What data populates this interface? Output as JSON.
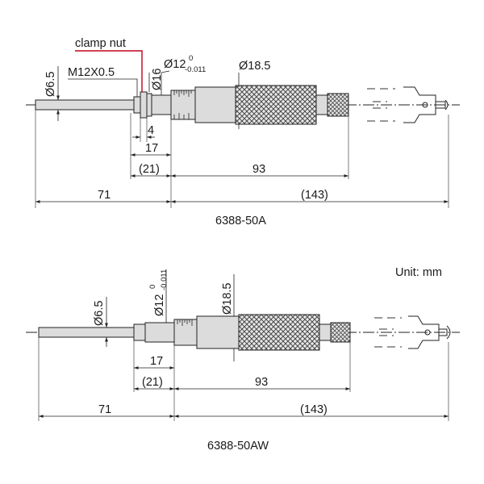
{
  "unit_label": "Unit: mm",
  "annotations": {
    "clamp_nut": "clamp nut",
    "thread": "M12X0.5"
  },
  "top": {
    "model": "6388-50A",
    "labels": {
      "d_spindle": "Ø6.5",
      "d_collar": "Ø16",
      "d_stem_main": "Ø12",
      "d_stem_upper": "0",
      "d_stem_lower": "-0.011",
      "d_thimble": "Ø18.5",
      "dim_4": "4",
      "dim_17": "17",
      "dim_21": "(21)",
      "dim_93": "93",
      "dim_71": "71",
      "dim_143": "(143)"
    }
  },
  "bottom": {
    "model": "6388-50AW",
    "labels": {
      "d_spindle": "Ø6.5",
      "d_stem_main": "Ø12",
      "d_stem_upper": "0",
      "d_stem_lower": "-0.011",
      "d_thimble": "Ø18.5",
      "dim_17": "17",
      "dim_21": "(21)",
      "dim_93": "93",
      "dim_71": "71",
      "dim_143": "(143)"
    }
  },
  "colors": {
    "line": "#222222",
    "body": "#dcdcdc",
    "knurl": "#555555",
    "clamp_leader": "#c0001a"
  }
}
